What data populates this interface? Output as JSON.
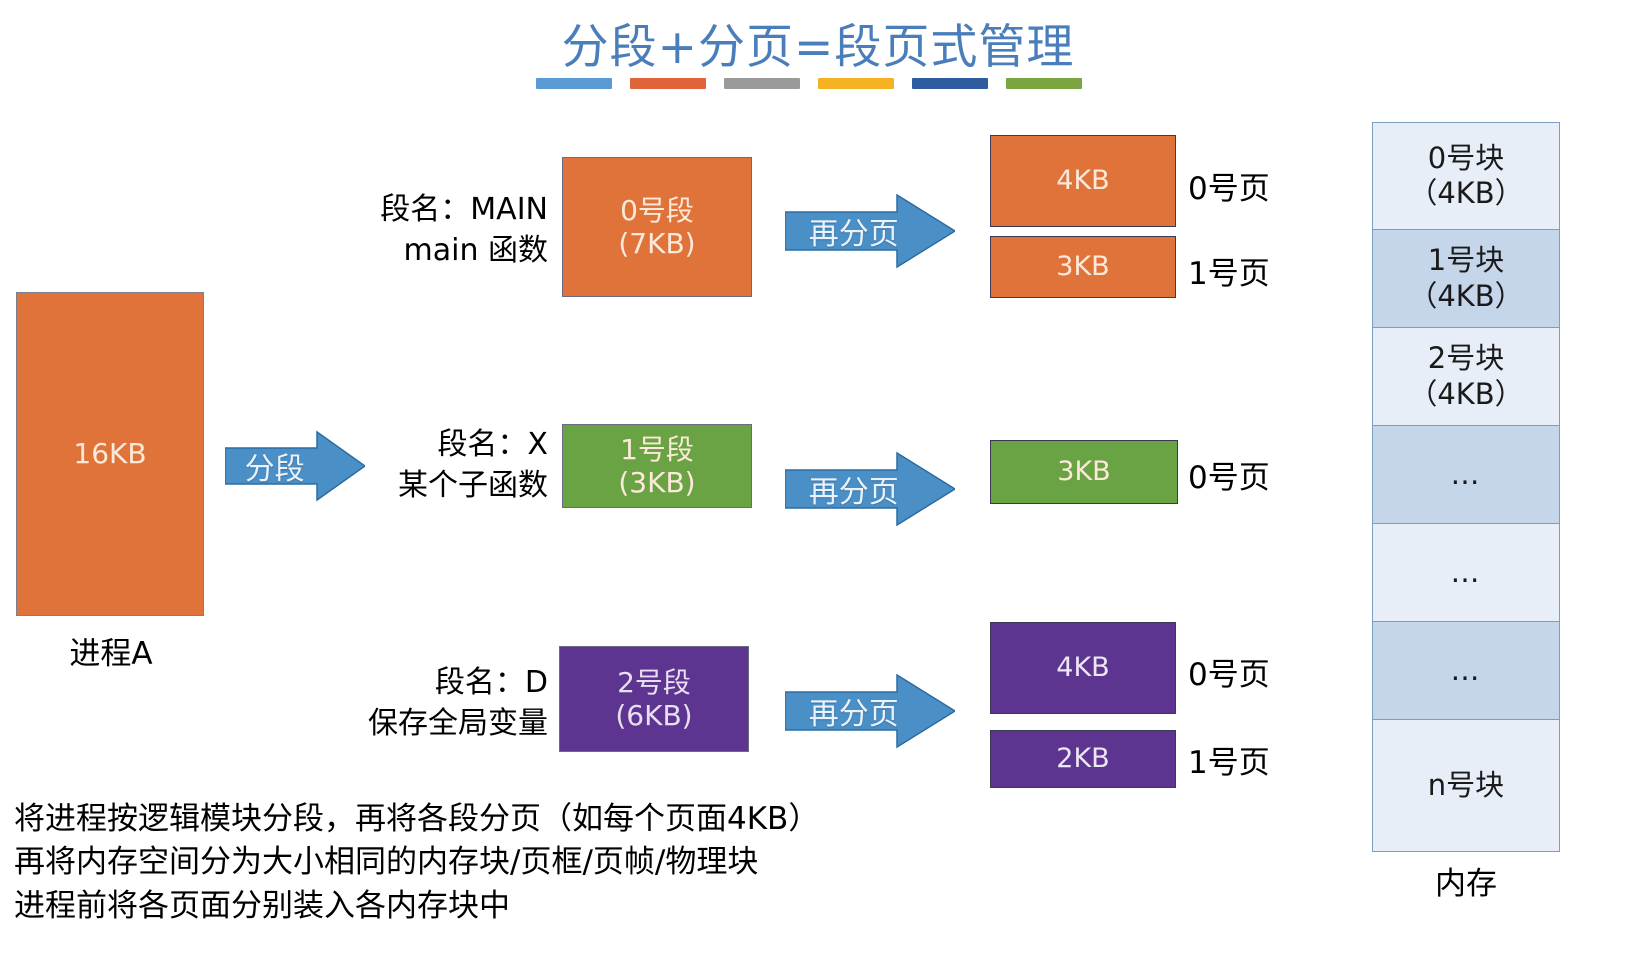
{
  "title": {
    "text": "分段+分页=段页式管理",
    "color": "#4a7ebb",
    "bars": [
      {
        "name": "bar-light-blue",
        "color": "#5b9bd5"
      },
      {
        "name": "bar-orange",
        "color": "#e0643a"
      },
      {
        "name": "bar-gray",
        "color": "#9a9a9a"
      },
      {
        "name": "bar-amber",
        "color": "#f5b324"
      },
      {
        "name": "bar-dark-blue",
        "color": "#2e5c9e"
      },
      {
        "name": "bar-green",
        "color": "#7aa541"
      }
    ]
  },
  "process": {
    "size_label": "16KB",
    "caption": "进程A",
    "color": "#e0733a"
  },
  "segment_arrow": {
    "label": "分段",
    "color": "#4a8fc6"
  },
  "segments": [
    {
      "id": "segment-0",
      "name_line1": "段名：MAIN",
      "name_line2": "main 函数",
      "box_line1": "0号段",
      "box_line2": "(7KB)",
      "color": "#e0733a",
      "paging_arrow_label": "再分页",
      "pages": [
        {
          "size": "4KB",
          "label": "0号页"
        },
        {
          "size": "3KB",
          "label": "1号页"
        }
      ]
    },
    {
      "id": "segment-1",
      "name_line1": "段名：X",
      "name_line2": "某个子函数",
      "box_line1": "1号段",
      "box_line2": "(3KB)",
      "color": "#6aa344",
      "paging_arrow_label": "再分页",
      "pages": [
        {
          "size": "3KB",
          "label": "0号页"
        }
      ]
    },
    {
      "id": "segment-2",
      "name_line1": "段名：D",
      "name_line2": "保存全局变量",
      "box_line1": "2号段",
      "box_line2": "(6KB)",
      "color": "#5d3490",
      "paging_arrow_label": "再分页",
      "pages": [
        {
          "size": "4KB",
          "label": "0号页"
        },
        {
          "size": "2KB",
          "label": "1号页"
        }
      ]
    }
  ],
  "memory": {
    "caption": "内存",
    "rows": [
      {
        "line1": "0号块",
        "line2": "（4KB）"
      },
      {
        "line1": "1号块",
        "line2": "（4KB）"
      },
      {
        "line1": "2号块",
        "line2": "（4KB）"
      },
      {
        "line1": "…",
        "line2": ""
      },
      {
        "line1": "…",
        "line2": ""
      },
      {
        "line1": "…",
        "line2": ""
      },
      {
        "line1": "n号块",
        "line2": ""
      }
    ]
  },
  "caption": {
    "line1": "将进程按逻辑模块分段，再将各段分页（如每个页面4KB）",
    "line2": "再将内存空间分为大小相同的内存块/页框/页帧/物理块",
    "line3": "进程前将各页面分别装入各内存块中"
  }
}
